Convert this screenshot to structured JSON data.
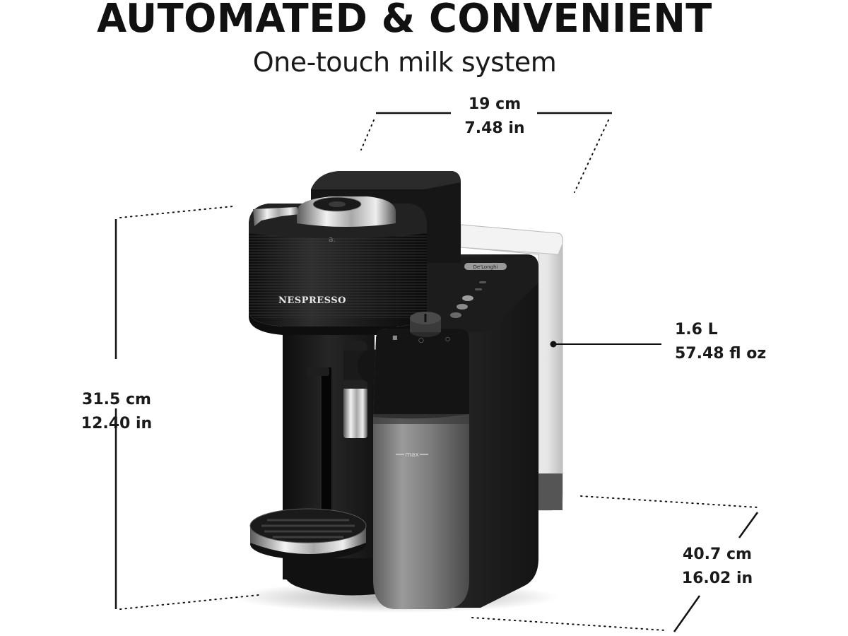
{
  "header": {
    "title": "AUTOMATED & CONVENIENT",
    "subtitle": "One-touch milk system"
  },
  "product": {
    "brand_logo": "NESPRESSO",
    "maker_logo": "De'Longhi",
    "milk_jug_marking": "max"
  },
  "dimensions": {
    "width": {
      "metric": "19 cm",
      "imperial": "7.48 in"
    },
    "height": {
      "metric": "31.5 cm",
      "imperial": "12.40 in"
    },
    "depth": {
      "metric": "40.7 cm",
      "imperial": "16.02 in"
    },
    "water_tank": {
      "metric": "1.6 L",
      "imperial": "57.48 fl oz"
    }
  },
  "colors": {
    "text": "#111111",
    "machine_body": "#1c1c1c",
    "chrome": "#c8c8c8",
    "water_tank": "#eeeeee",
    "milk_jug": "#8a8a8a"
  }
}
